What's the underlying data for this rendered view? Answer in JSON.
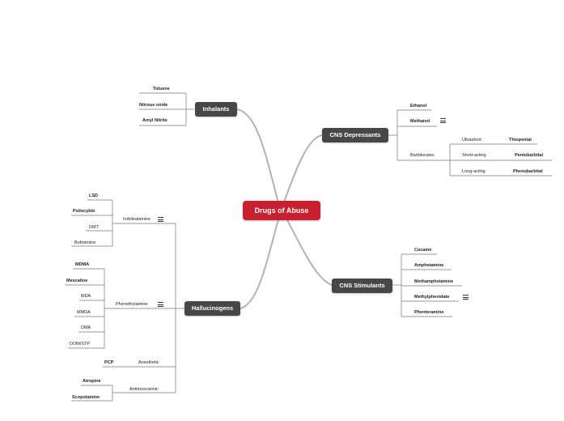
{
  "root": "Drugs of Abuse",
  "topics": {
    "inhalants": {
      "label": "Inhalants",
      "items": [
        "Toluene",
        "Nitrous oxide",
        "Amyl Nitrite"
      ]
    },
    "cns_depressants": {
      "label": "CNS Depressants",
      "ethanol": "Ethanol",
      "methanol": "Methanol",
      "barbiturates": {
        "label": "Barbiturates",
        "groups": [
          {
            "label": "Ultrashort",
            "drug": "Thiopental"
          },
          {
            "label": "Short-acting",
            "drug": "Pentobarbital"
          },
          {
            "label": "Long-acting",
            "drug": "Phenobarbital"
          }
        ]
      }
    },
    "cns_stimulants": {
      "label": "CNS Stimulants",
      "items": [
        "Cocaine",
        "Amphetamine",
        "Methamphetamine",
        "Methylphenidate",
        "Phenteramine"
      ]
    },
    "hallucinogens": {
      "label": "Hallucinogens",
      "indolealamine": {
        "label": "Indolealamine",
        "items": [
          "LSD",
          "Psilocybin",
          "DMT",
          "Bufotenine"
        ]
      },
      "phenethylamine": {
        "label": "Phenethylamine",
        "items": [
          "MDMA",
          "Mescaline",
          "MDA",
          "MMDA",
          "DMA",
          "DOM/STP"
        ]
      },
      "anesthetic": {
        "label": "Anesthetic",
        "items": [
          "PCP"
        ]
      },
      "antimuscarinic": {
        "label": "Antimuscarinic",
        "items": [
          "Atropine",
          "Scopolamine"
        ]
      }
    }
  },
  "colors": {
    "root_fill": "#c8202e",
    "topic_fill": "#474747",
    "connector": "#b3b3b3",
    "leaf_line": "#777777"
  },
  "icons": {
    "notes": "notes-icon"
  }
}
